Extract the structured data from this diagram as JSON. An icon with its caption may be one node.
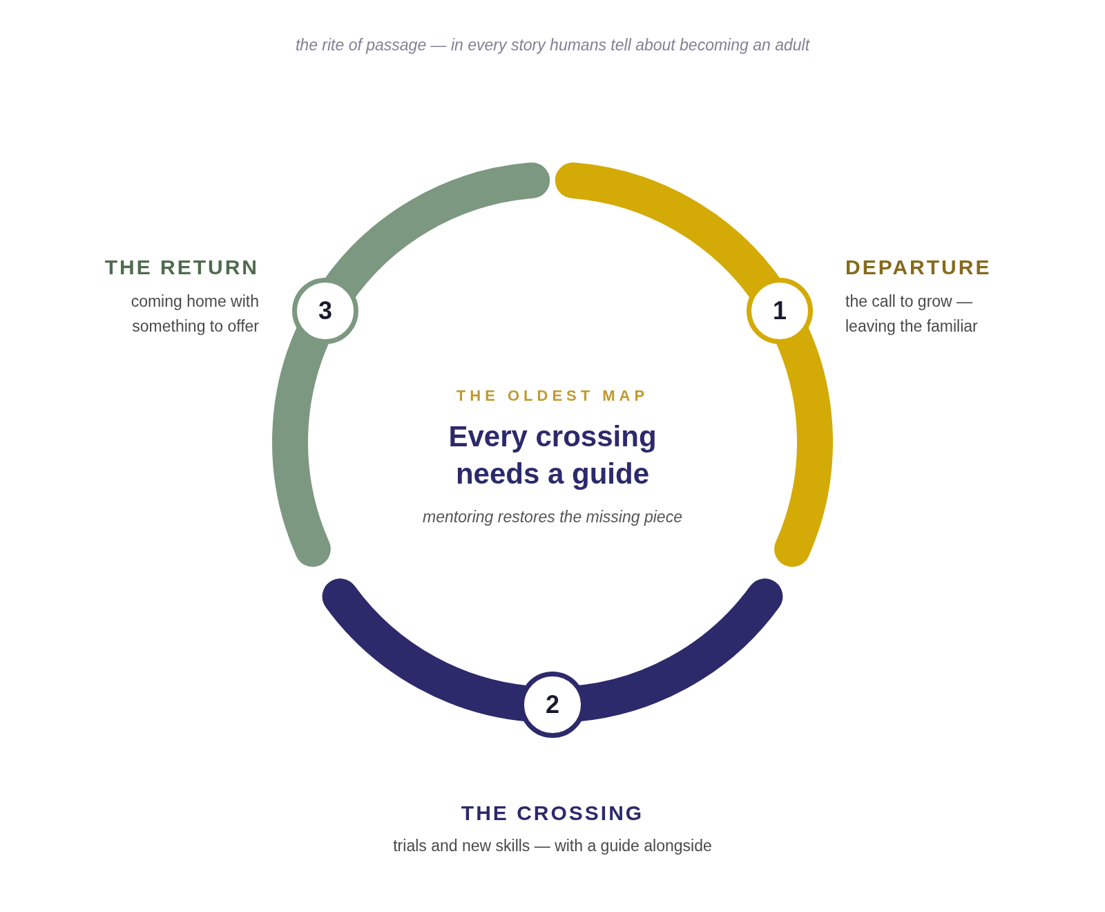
{
  "diagram": {
    "title": "the rite of passage — in every story humans tell about becoming an adult",
    "nodes": [
      {
        "text": [
          "1"
        ],
        "beside": [
          "DEPARTURE",
          "the call to grow — leaving the familiar"
        ]
      },
      {
        "text": [
          "2"
        ],
        "beside": [
          "THE CROSSING",
          "trials and new skills — with a guide alongside"
        ]
      },
      {
        "text": [
          "3"
        ],
        "beside": [
          "THE RETURN",
          "coming home with something to offer"
        ]
      }
    ],
    "labels": [
      "THE OLDEST MAP",
      "Every crossing needs a guide",
      "mentoring restores the missing piece"
    ]
  }
}
